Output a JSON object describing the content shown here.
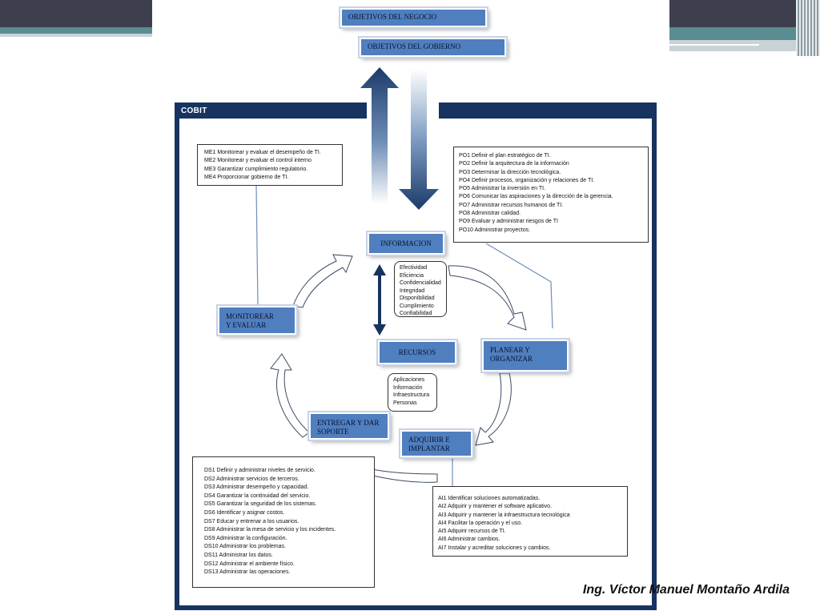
{
  "top_boxes": {
    "negocio": "OBJETIVOS DEL NEGOCIO",
    "gobierno": "OBJETIVOS DEL GOBIERNO"
  },
  "cobit": {
    "label": "COBIT"
  },
  "nodes": {
    "informacion": "INFORMACION",
    "recursos": "RECURSOS",
    "planear": [
      "PLANEAR Y",
      "ORGANIZAR"
    ],
    "adquirir": [
      "ADQUIRIR E",
      "IMPLANTAR"
    ],
    "entregar": [
      "ENTREGAR Y DAR",
      "SOPORTE"
    ],
    "monitorear": [
      "MONITOREAR",
      "Y EVALUAR"
    ]
  },
  "criteria": [
    "Efectividad",
    "Eficiencia",
    "Confidencialidad",
    "Integridad",
    "Disponibilidad",
    "Cumplimiento",
    "Confiabilidad"
  ],
  "resources": [
    "Aplicaciones",
    "Información",
    "Infraestructura",
    "Personas"
  ],
  "me_list": [
    "ME1 Monitorear y evaluar el desempeño de TI.",
    "ME2 Monitorear y evaluar el control interno",
    "ME3 Garantizar cumplimiento regulatorio.",
    "ME4 Proporcionar gobierno de TI."
  ],
  "po_list": [
    "PO1   Definir el plan estratégico de TI.",
    "PO2   Definir la arquitectura de la información",
    "PO3   Determinar la dirección tecnológica.",
    "PO4   Definir procesos, organización y relaciones de TI.",
    "PO5   Administrar la inversión en TI.",
    "PO6   Comunicar las aspiraciones y la dirección de la gerencia.",
    "PO7   Administrar recursos humanos de TI.",
    "PO8   Administrar calidad.",
    "PO9   Evaluar y administrar riesgos de TI",
    "PO10 Administrar proyectos."
  ],
  "ds_list": [
    "DS1   Definir y administrar niveles de servicio.",
    "DS2   Administrar servicios de terceros.",
    "DS3   Administrar desempeño y capacidad.",
    "DS4   Garantizar la continuidad del servicio.",
    "DS5   Garantizar  la seguridad de los sistemas.",
    "DS6   Identificar y asignar costos.",
    "DS7   Educar y entrenar a los usuarios.",
    "DS8   Administrar la mesa de servicio y los  incidentes.",
    "DS9   Administrar la configuración.",
    "DS10 Administrar los problemas.",
    "DS11 Administrar los datos.",
    "DS12 Administrar el ambiente físico.",
    "DS13 Administrar las operaciones."
  ],
  "ai_list": [
    "AI1 Identificar soluciones automatizadas.",
    "AI2 Adquirir y mantener el software aplicativo.",
    "AI3 Adquirir y mantener la infraestructura tecnológica",
    "AI4 Facilitar la operación y el uso.",
    "AI5 Adquirir recursos de TI.",
    " AI6 Administrar cambios.",
    "AI7 Instalar y acreditar soluciones y cambios."
  ],
  "footer": "Ing. Víctor Manuel Montaño Ardila",
  "colors": {
    "navy": "#17335f",
    "box_blue": "#4f7fbf",
    "teal": "#5a8d91",
    "dark": "#3e3f4e"
  }
}
